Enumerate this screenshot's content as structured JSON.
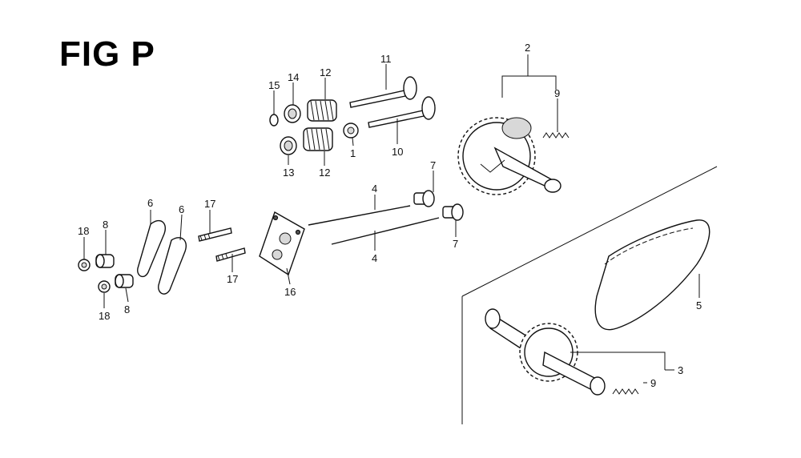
{
  "figure": {
    "title": "FIG P"
  },
  "callouts": {
    "c15": "15",
    "c14": "14",
    "c12a": "12",
    "c11": "11",
    "c13": "13",
    "c12b": "12",
    "c1": "1",
    "c10": "10",
    "c2": "2",
    "c9a": "9",
    "c7a": "7",
    "c7b": "7",
    "c4a": "4",
    "c4b": "4",
    "c6a": "6",
    "c6b": "6",
    "c17a": "17",
    "c17b": "17",
    "c18a": "18",
    "c8a": "8",
    "c18b": "18",
    "c8b": "8",
    "c16": "16",
    "c5": "5",
    "c3": "3",
    "c9b": "9"
  }
}
